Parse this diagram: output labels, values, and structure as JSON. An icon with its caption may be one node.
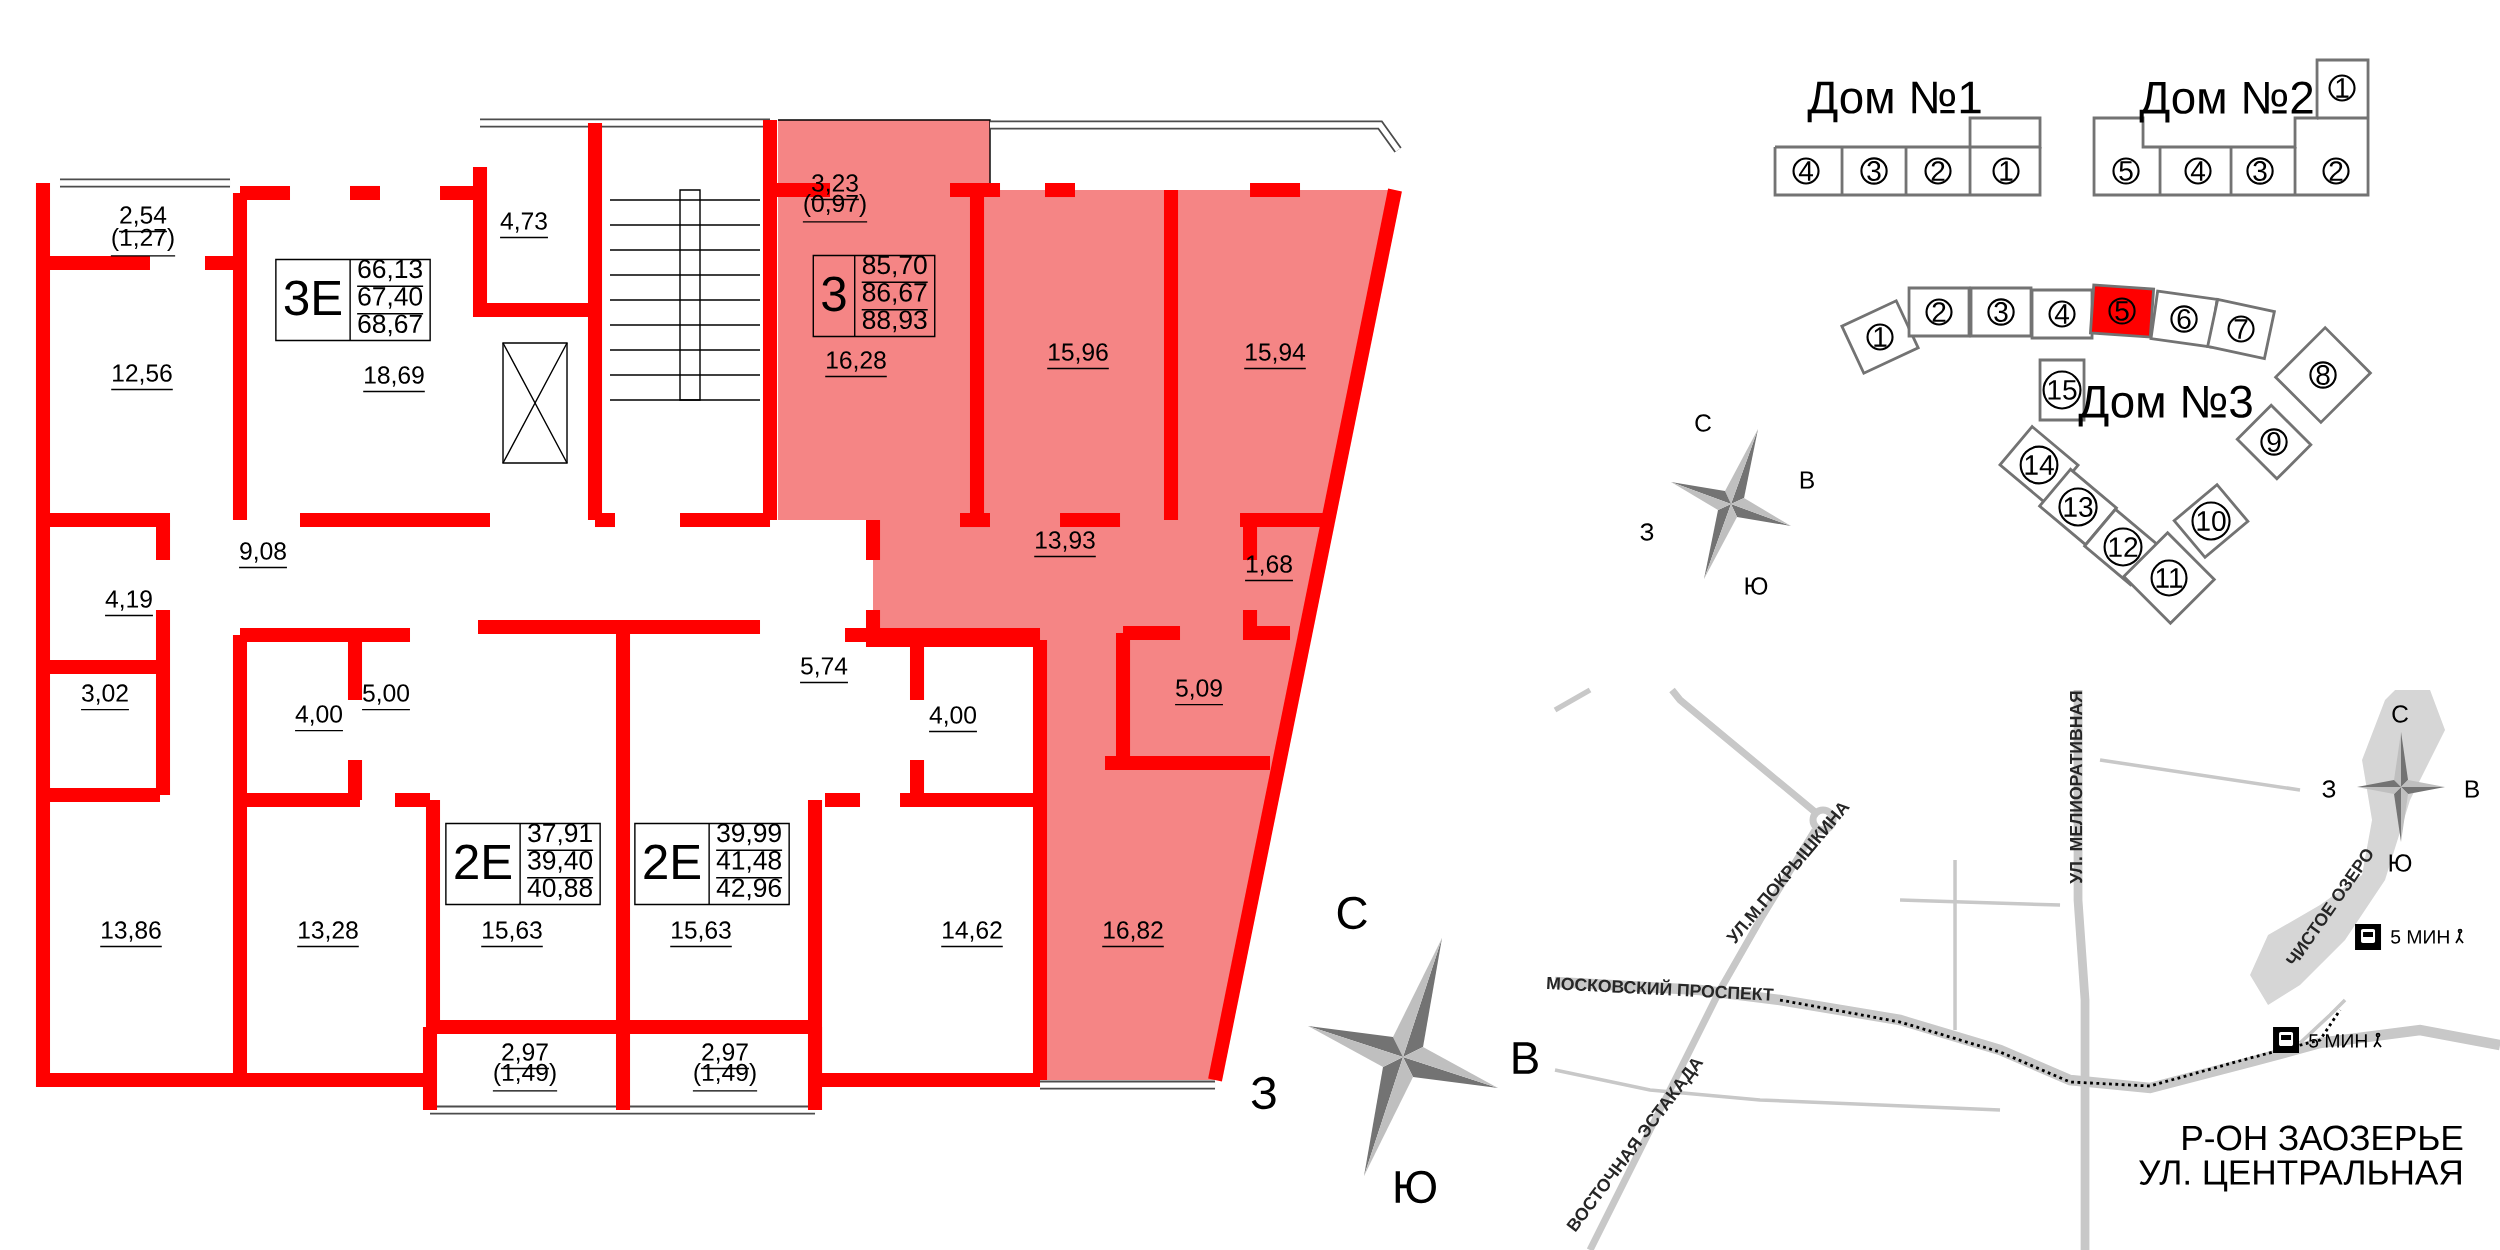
{
  "diagram": {
    "nodes": [
      {
        "text": [
          "3Е",
          "66,13",
          "67,40",
          "68,67"
        ]
      },
      {
        "text": [
          "3",
          "85,70",
          "86,67",
          "88,93"
        ]
      },
      {
        "text": [
          "2Е",
          "37,91",
          "39,40",
          "40,88"
        ]
      },
      {
        "text": [
          "2Е",
          "39,99",
          "41,48",
          "42,96"
        ]
      },
      {
        "text": [
          "4"
        ]
      },
      {
        "text": [
          "3"
        ]
      },
      {
        "text": [
          "2"
        ]
      },
      {
        "text": [
          "1"
        ]
      },
      {
        "text": [
          "1"
        ]
      },
      {
        "text": [
          "5"
        ]
      },
      {
        "text": [
          "4"
        ]
      },
      {
        "text": [
          "3"
        ]
      },
      {
        "text": [
          "2"
        ]
      },
      {
        "text": [
          "1"
        ]
      },
      {
        "text": [
          "2"
        ]
      },
      {
        "text": [
          "3"
        ]
      },
      {
        "text": [
          "4"
        ]
      },
      {
        "text": [
          "5"
        ]
      },
      {
        "text": [
          "6"
        ]
      },
      {
        "text": [
          "7"
        ]
      },
      {
        "text": [
          "8"
        ]
      },
      {
        "text": [
          "15"
        ]
      },
      {
        "text": [
          "9"
        ]
      },
      {
        "text": [
          "14"
        ]
      },
      {
        "text": [
          "13"
        ]
      },
      {
        "text": [
          "10"
        ]
      },
      {
        "text": [
          "12"
        ]
      },
      {
        "text": [
          "11"
        ]
      }
    ],
    "labels": [
      "2,54",
      "(1,27)",
      "4,73",
      "3,23",
      "(0,97)",
      "12,56",
      "18,69",
      "16,28",
      "15,96",
      "15,94",
      "9,08",
      "13,93",
      "4,19",
      "1,68",
      "5,00",
      "5,74",
      "3,02",
      "4,00",
      "4,00",
      "5,09",
      "13,86",
      "13,28",
      "15,63",
      "15,63",
      "14,62",
      "16,82",
      "2,97",
      "(1,49)",
      "2,97",
      "(1,49)",
      "С",
      "В",
      "З",
      "Ю",
      "Дом №1",
      "Дом №2",
      "Дом №3",
      "С",
      "В",
      "З",
      "Ю",
      "УЛ. МЕЛИОРАТИВНАЯ",
      "УЛ.М.ПОКРЫШКИНА",
      "МОСКОВСКИЙ ПРОСПЕКТ",
      "ЧИСТОЕ ОЗЕРО",
      "5 МИН",
      "5 МИН",
      "ВОСТОЧНАЯ ЭСТАКАДА",
      "С",
      "З",
      "В",
      "Ю",
      "Р-ОН ЗАОЗЕРЬЕ",
      "УЛ. ЦЕНТРАЛЬНАЯ"
    ]
  }
}
